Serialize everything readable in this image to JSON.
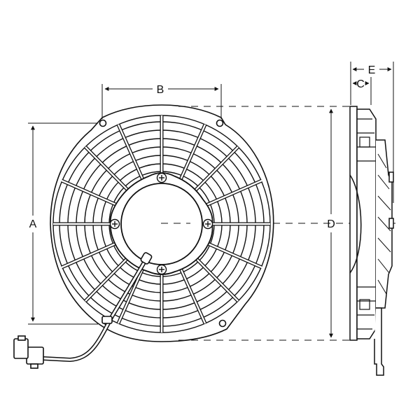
{
  "diagram": {
    "labels": {
      "a": "A",
      "b": "B",
      "c": "C",
      "d": "D",
      "e": "E"
    },
    "colors": {
      "line": "#111111",
      "background": "#ffffff"
    }
  }
}
